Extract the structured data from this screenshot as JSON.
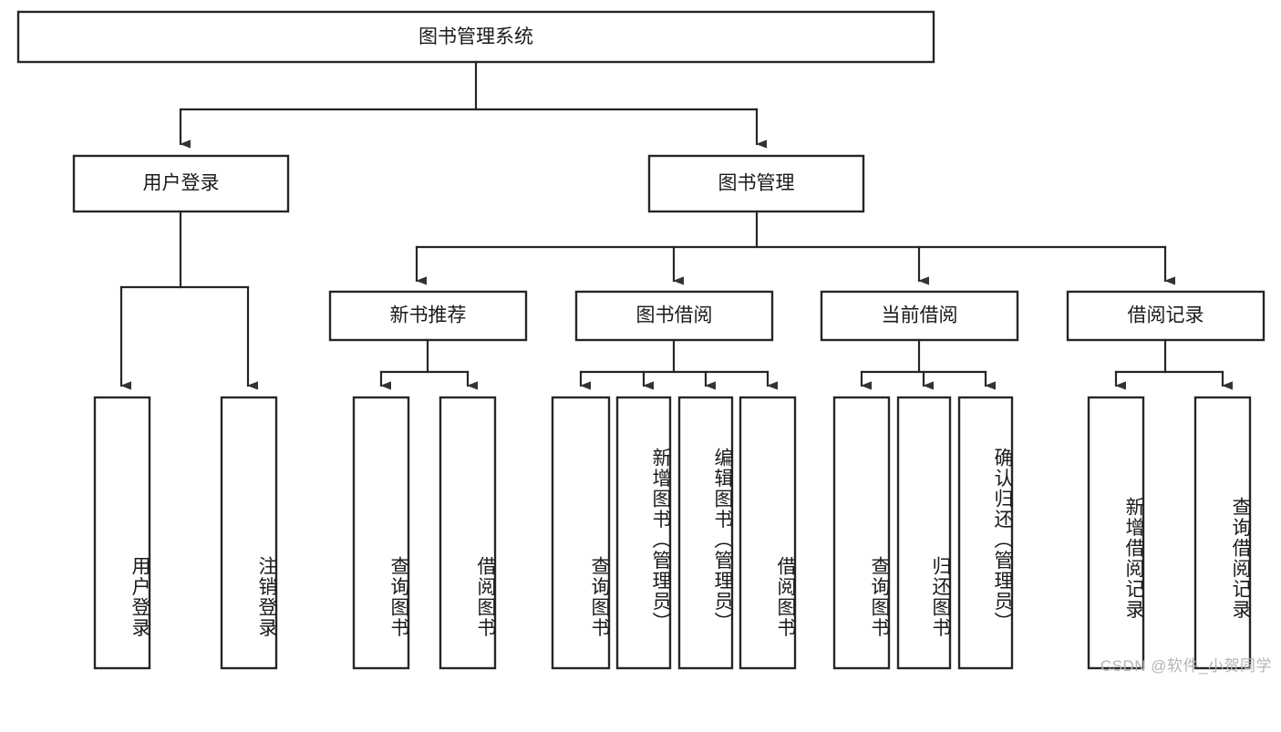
{
  "diagram": {
    "title": "图书管理系统",
    "type": "tree-hierarchy",
    "root": {
      "label": "图书管理系统"
    },
    "level2": [
      {
        "label": "用户登录"
      },
      {
        "label": "图书管理"
      }
    ],
    "level3": [
      {
        "label": "新书推荐"
      },
      {
        "label": "图书借阅"
      },
      {
        "label": "当前借阅"
      },
      {
        "label": "借阅记录"
      }
    ],
    "leaves": {
      "user_login": [
        {
          "label": "用户登录"
        },
        {
          "label": "注销登录"
        }
      ],
      "new_book_recommend": [
        {
          "label": "查询图书"
        },
        {
          "label": "借阅图书"
        }
      ],
      "book_borrow": [
        {
          "label": "查询图书"
        },
        {
          "label": "新增图书（管理员）"
        },
        {
          "label": "编辑图书（管理员）"
        },
        {
          "label": "借阅图书"
        }
      ],
      "current_borrow": [
        {
          "label": "查询图书"
        },
        {
          "label": "归还图书"
        },
        {
          "label": "确认归还（管理员）"
        }
      ],
      "borrow_record": [
        {
          "label": "新增借阅记录"
        },
        {
          "label": "查询借阅记录"
        }
      ]
    }
  },
  "watermark": {
    "text": "CSDN @软件_小贺同学"
  },
  "colors": {
    "box_stroke": "#262626",
    "box_fill": "#ffffff",
    "connector": "#262626",
    "text": "#1a1a1a",
    "watermark": "#b4b4b4",
    "background": "#ffffff"
  }
}
